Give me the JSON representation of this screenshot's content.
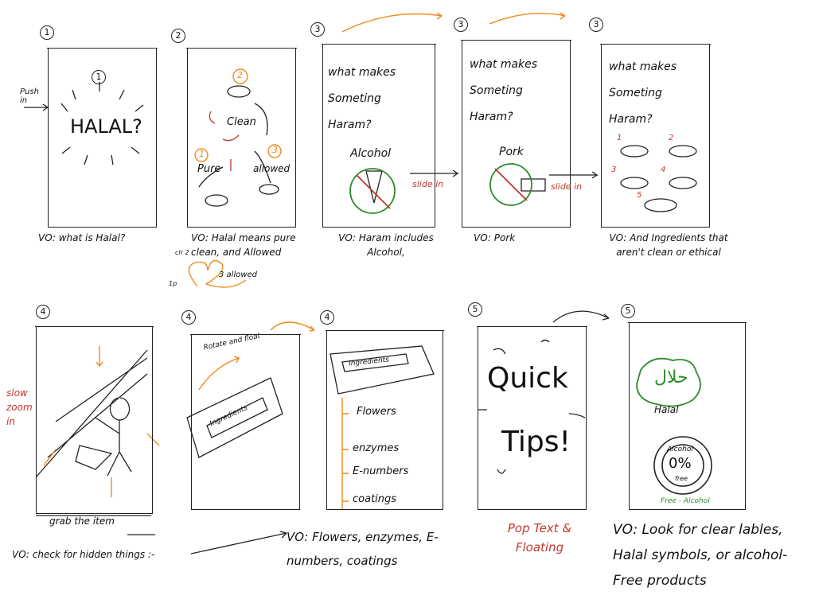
{
  "panels": [
    {
      "number": "1",
      "texts": {
        "label_num": "1",
        "title": "HALAL?",
        "push": "Push in"
      },
      "vo": "VO: what is Halal?"
    },
    {
      "number": "2",
      "texts": {
        "clean": "Clean",
        "pure": "Pure",
        "allowed": "allowed",
        "n1": "1",
        "n2": "2",
        "n3": "3"
      },
      "vo": "VO: Halal means pure clean, and Allowed",
      "note": {
        "a": "1p",
        "b": "3 allowed",
        "c": "clr 2"
      }
    },
    {
      "number": "3",
      "texts": {
        "heading": "what makes Someting Haram?",
        "item": "Alcohol"
      },
      "vo": "VO: Haram includes Alcohol,",
      "transition": "slide in"
    },
    {
      "number": "3",
      "texts": {
        "heading": "what makes Someting Haram?",
        "item": "Pork"
      },
      "vo": "VO: Pork",
      "transition": "slide in"
    },
    {
      "number": "3",
      "texts": {
        "heading": "what makes Someting Haram?",
        "n1": "1",
        "n2": "2",
        "n3": "3",
        "n4": "4",
        "n5": "5"
      },
      "vo": "VO: And Ingredients that aren't clean or ethical"
    },
    {
      "number": "4",
      "texts": {
        "side": "slow zoom in"
      },
      "caption": "grab the item",
      "vo": "VO: check for hidden things :-"
    },
    {
      "number": "4",
      "texts": {
        "note": "Rotate and float",
        "label": "Ingredients"
      }
    },
    {
      "number": "4",
      "texts": {
        "label": "Ingredients",
        "items": [
          "Flowers",
          "enzymes",
          "E-numbers",
          "coatings"
        ]
      },
      "vo": "VO: Flowers, enzymes, E-numbers, coatings"
    },
    {
      "number": "5",
      "texts": {
        "title1": "Quick",
        "title2": "Tips!"
      },
      "caption": "Pop Text & Floating"
    },
    {
      "number": "5",
      "texts": {
        "halal_arabic": "حلال",
        "halal": "Halal",
        "alcohol": "Alcohol",
        "zero": "0%",
        "free": "free",
        "free_alcohol": "Free - Alcohol"
      },
      "vo": "VO: Look for clear lables, Halal symbols, or alcohol-Free products"
    }
  ],
  "colors": {
    "ink": "#222222",
    "orange": "#f08a1c",
    "red": "#c0392b",
    "green": "#2e8b2e"
  }
}
